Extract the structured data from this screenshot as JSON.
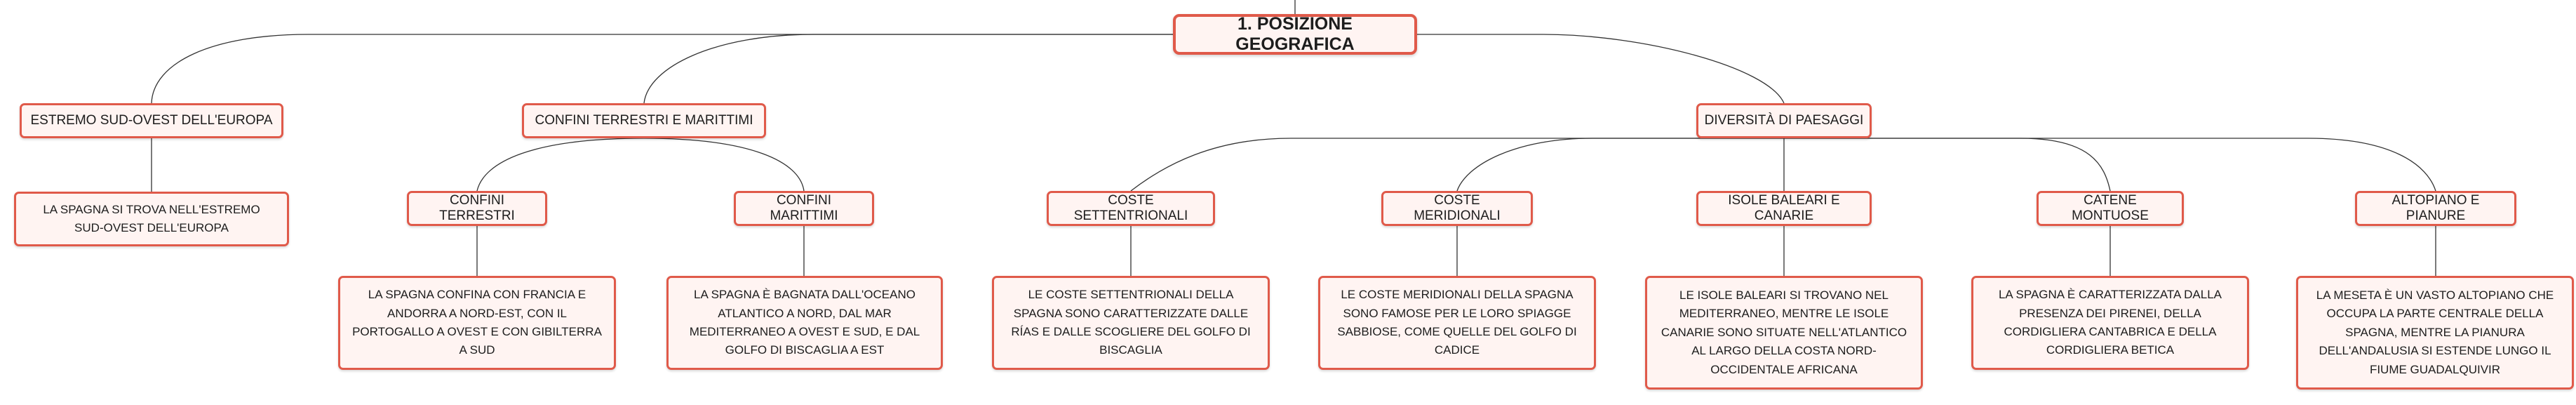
{
  "root": "1. POSIZIONE GEOGRAFICA",
  "branches": {
    "estremo": "ESTREMO SUD-OVEST DELL'EUROPA",
    "confini": "CONFINI TERRESTRI E MARITTIMI",
    "diversita": "DIVERSITÀ DI PAESAGGI"
  },
  "subtopics": {
    "confini_terrestri": "CONFINI TERRESTRI",
    "confini_marittimi": "CONFINI MARITTIMI",
    "coste_settentrionali": "COSTE SETTENTRIONALI",
    "coste_meridionali": "COSTE MERIDIONALI",
    "isole": "ISOLE BALEARI E CANARIE",
    "catene": "CATENE MONTUOSE",
    "altopiano": "ALTOPIANO E PIANURE"
  },
  "details": {
    "estremo": "LA SPAGNA SI TROVA NELL'ESTREMO SUD-OVEST DELL'EUROPA",
    "confini_terrestri": "LA SPAGNA CONFINA CON FRANCIA E ANDORRA A NORD-EST, CON IL PORTOGALLO A OVEST E CON GIBILTERRA A SUD",
    "confini_marittimi": "LA SPAGNA È BAGNATA DALL'OCEANO ATLANTICO A NORD, DAL MAR MEDITERRANEO A OVEST E SUD, E DAL GOLFO DI BISCAGLIA A EST",
    "coste_settentrionali": "LE COSTE SETTENTRIONALI DELLA SPAGNA SONO CARATTERIZZATE DALLE RÍAS E DALLE SCOGLIERE DEL GOLFO DI BISCAGLIA",
    "coste_meridionali": "LE COSTE MERIDIONALI DELLA SPAGNA SONO FAMOSE PER LE LORO SPIAGGE SABBIOSE, COME QUELLE DEL GOLFO DI CADICE",
    "isole": "LE ISOLE BALEARI SI TROVANO NEL MEDITERRANEO, MENTRE LE ISOLE CANARIE SONO SITUATE NELL'ATLANTICO AL LARGO DELLA COSTA NORD-OCCIDENTALE AFRICANA",
    "catene": "LA SPAGNA È CARATTERIZZATA DALLA PRESENZA DEI PIRENEI, DELLA CORDIGLIERA CANTABRICA E DELLA CORDIGLIERA BETICA",
    "altopiano": "LA MESETA È UN VASTO ALTOPIANO CHE OCCUPA LA PARTE CENTRALE DELLA SPAGNA, MENTRE LA PIANURA DELL'ANDALUSIA SI ESTENDE LUNGO IL FIUME GUADALQUIVIR"
  }
}
